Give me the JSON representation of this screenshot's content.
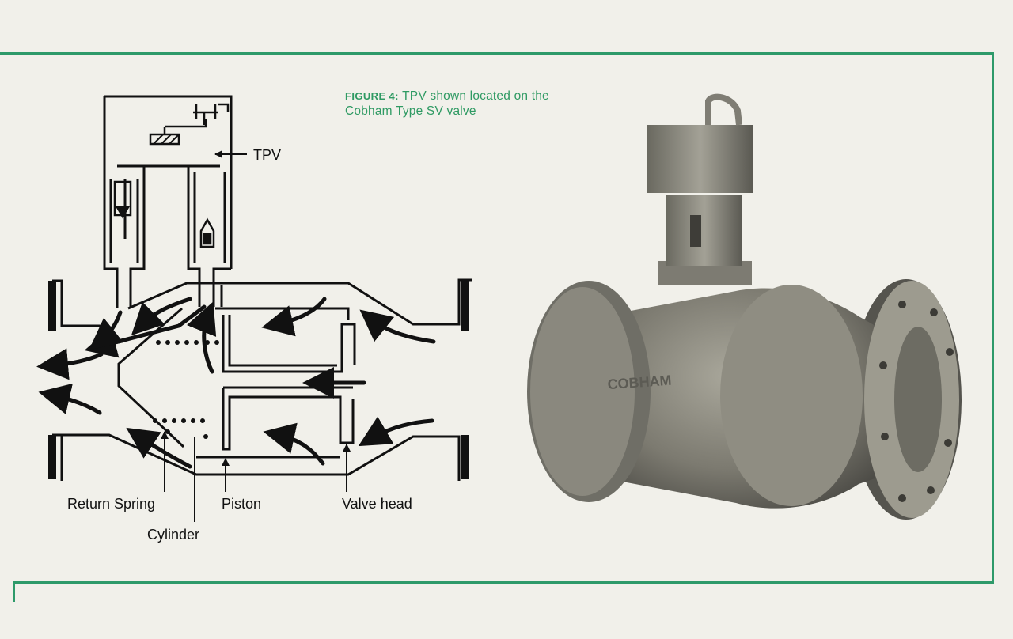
{
  "caption": {
    "figure_label": "FIGURE 4:",
    "text_line1": " TPV shown located on the",
    "text_line2": "Cobham Type SV valve"
  },
  "labels": {
    "tpv": "TPV",
    "return_spring": "Return Spring",
    "cylinder": "Cylinder",
    "piston": "Piston",
    "valve_head": "Valve head"
  },
  "photo": {
    "casting_text": "COBHAM"
  },
  "colors": {
    "background": "#f1f0ea",
    "frame": "#2e9a6a",
    "caption": "#2f9a63",
    "ink": "#111111"
  }
}
